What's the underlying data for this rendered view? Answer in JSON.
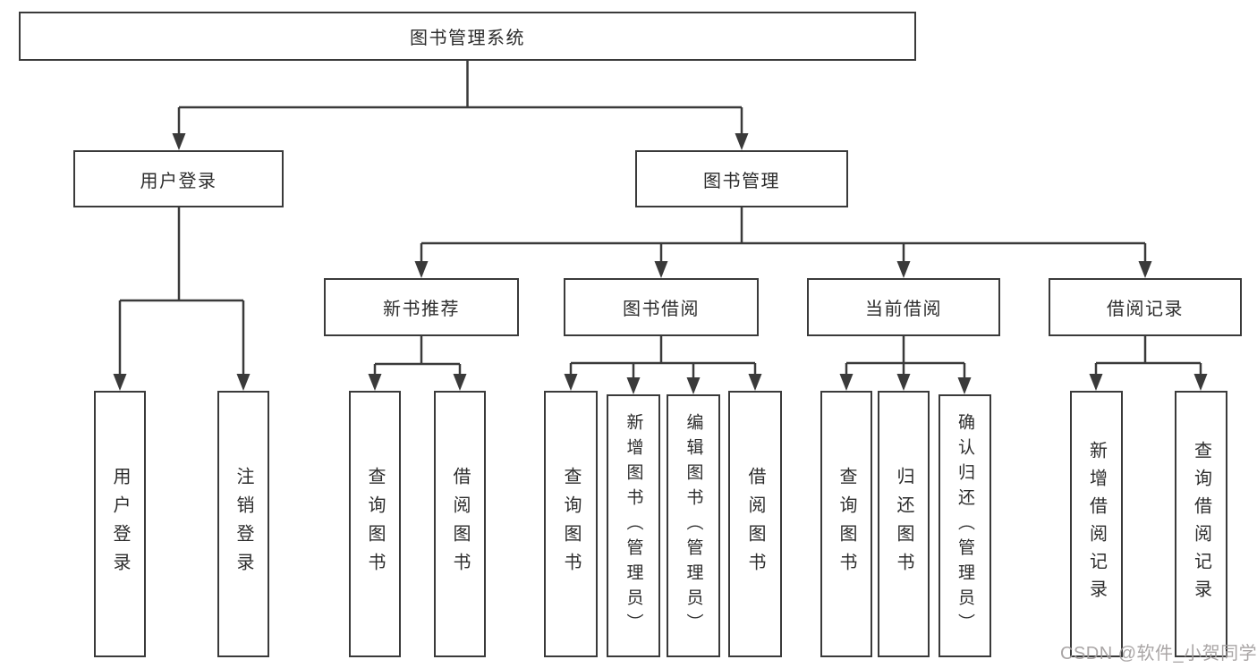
{
  "diagram_title": "图书管理系统",
  "tree": {
    "root": "图书管理系统",
    "level2": {
      "user_login": "用户登录",
      "book_mgmt": "图书管理"
    },
    "level3": {
      "new_books": "新书推荐",
      "book_borrow": "图书借阅",
      "current_borrow": "当前借阅",
      "borrow_records": "借阅记录"
    },
    "leaves": {
      "user_login": "用户登录",
      "logout": "注销登录",
      "newbook_query": "查询图书",
      "newbook_borrow": "借阅图书",
      "borrow_query": "查询图书",
      "borrow_add": "新增图书（管理员）",
      "borrow_edit": "编辑图书（管理员）",
      "borrow_borrow": "借阅图书",
      "current_query": "查询图书",
      "current_return": "归还图书",
      "current_confirm": "确认归还（管理员）",
      "records_add": "新增借阅记录",
      "records_query": "查询借阅记录"
    }
  },
  "watermark": {
    "text": "CSDN @软件_小贺同学",
    "color": "#a29d9d"
  },
  "colors": {
    "line": "#3a3a3a",
    "box_border": "#3a3a3a",
    "text": "#2d2d2d",
    "background": "#ffffff"
  }
}
